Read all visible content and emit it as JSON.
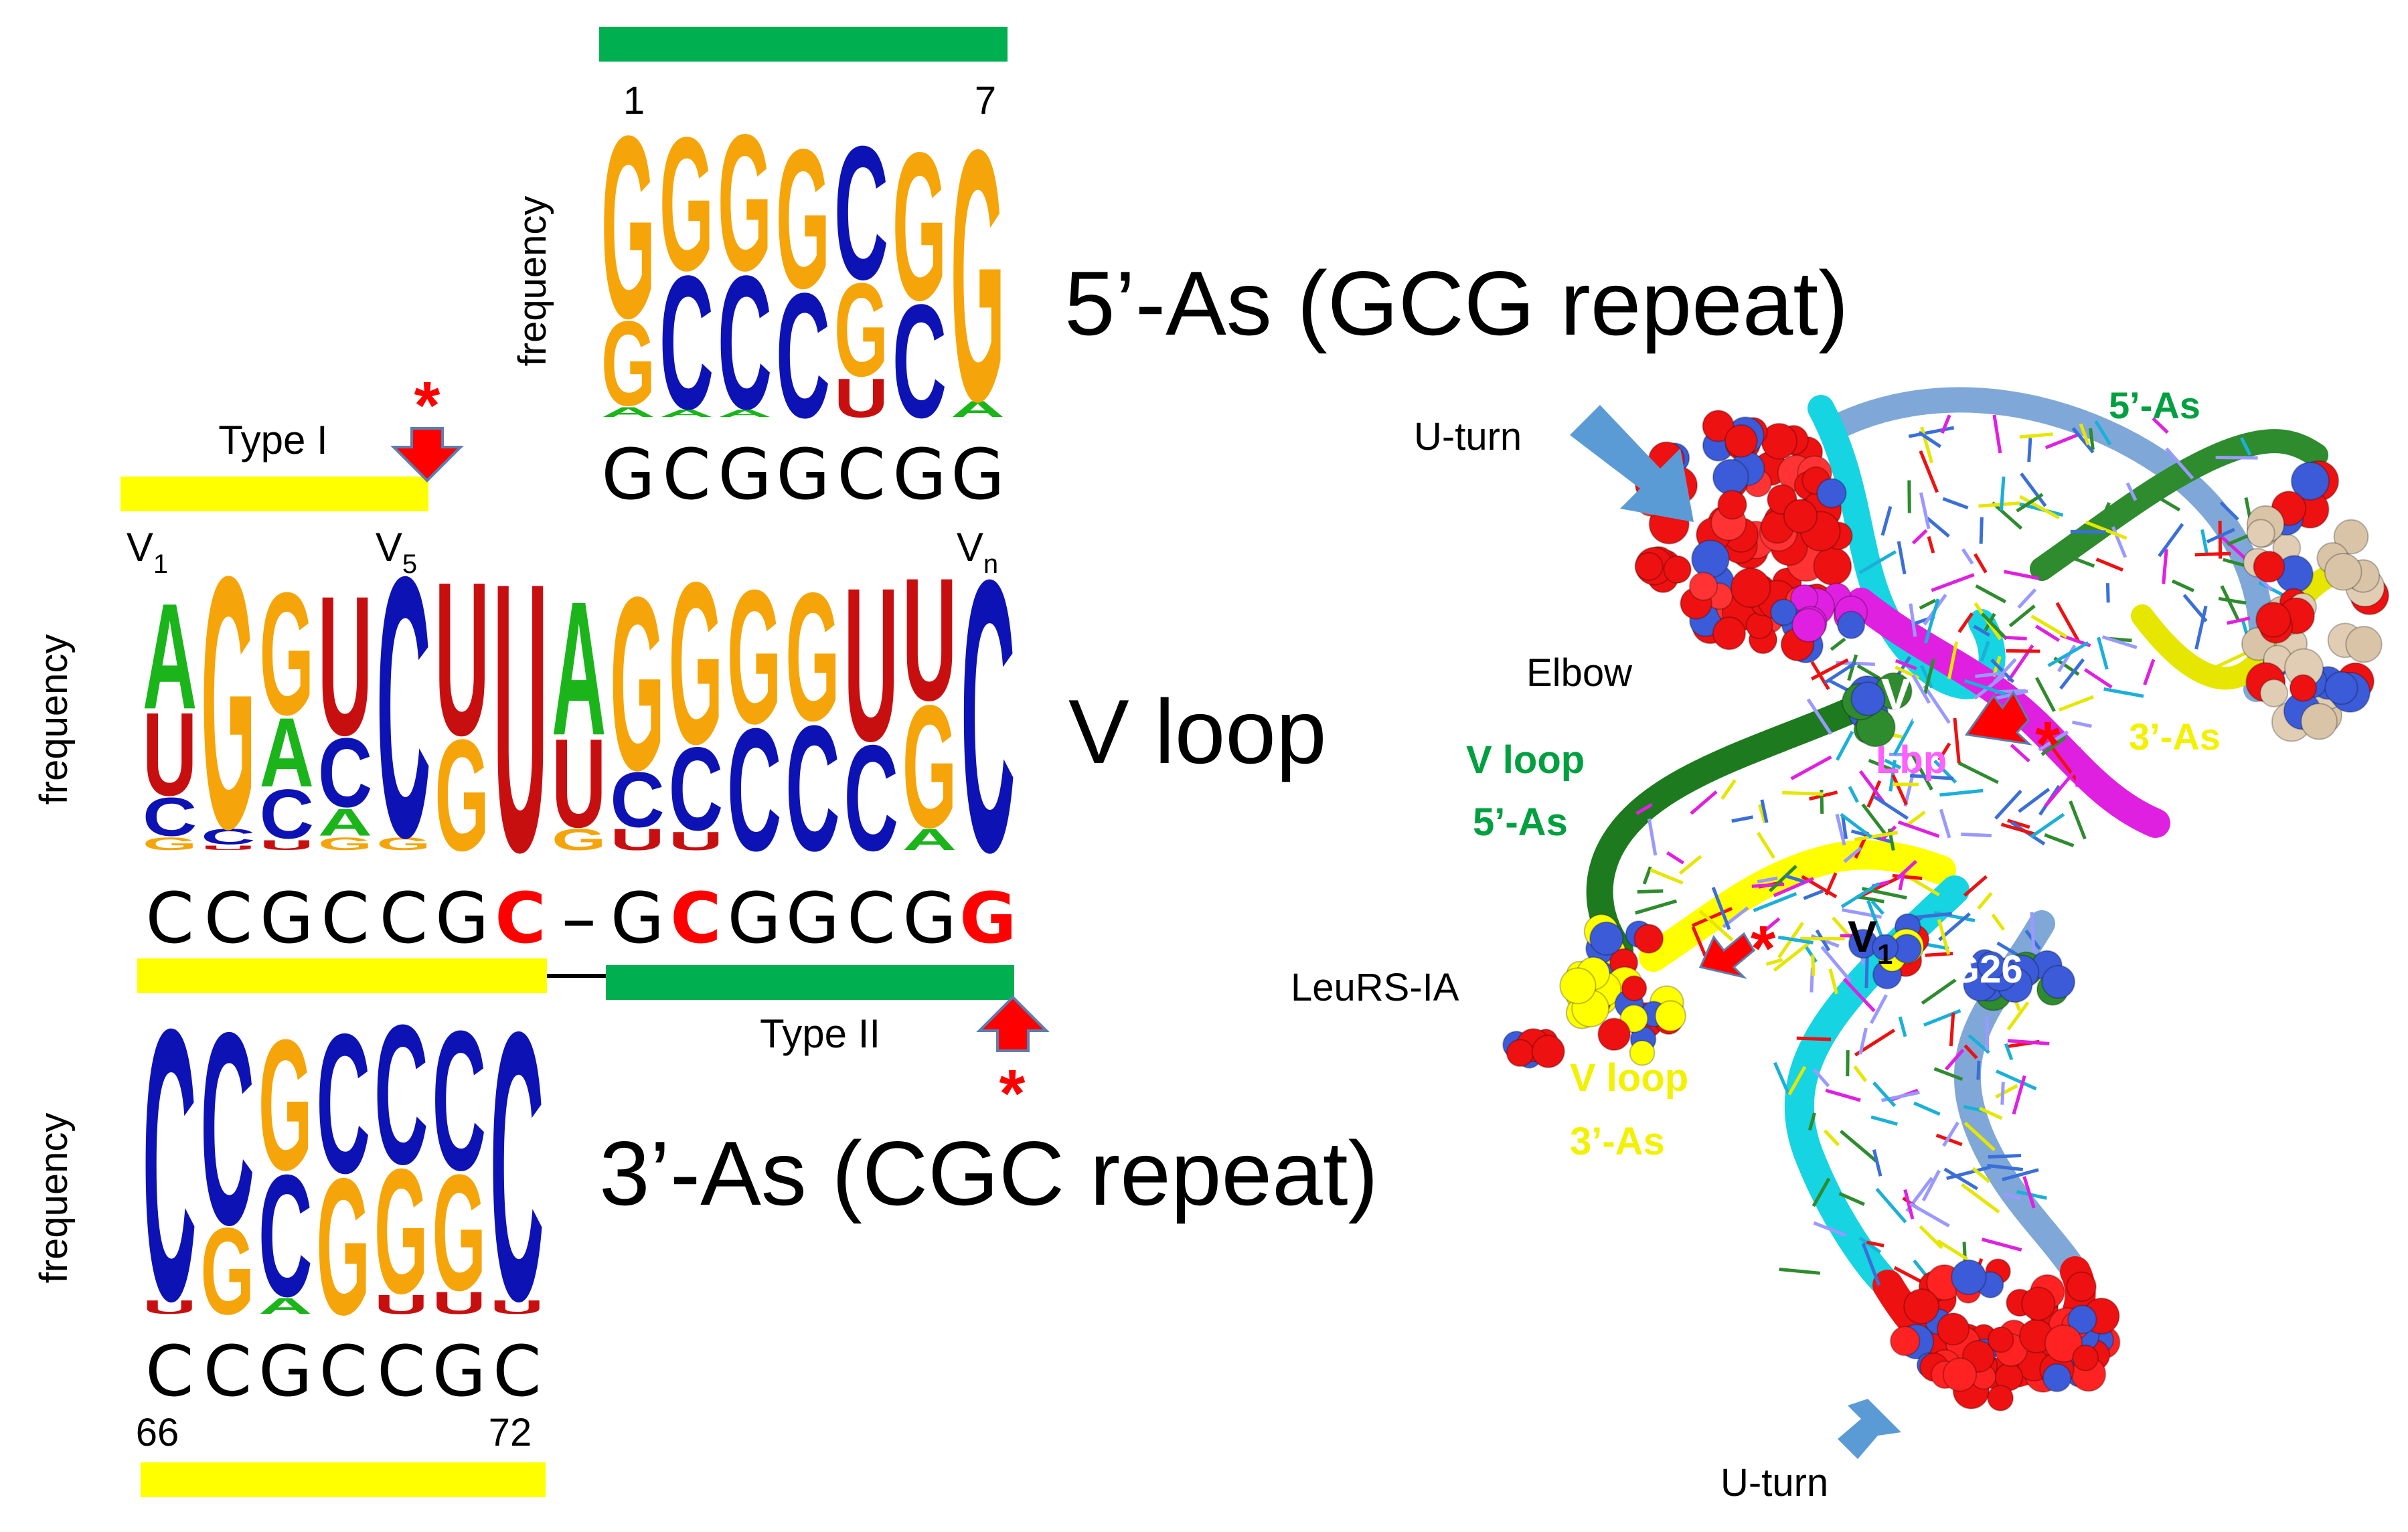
{
  "logos": {
    "five_as": {
      "title": "5’-As (GCG repeat)",
      "ylabel": "frequency",
      "pos_start": "1",
      "pos_end": "7",
      "consensus": [
        "G",
        "C",
        "G",
        "G",
        "C",
        "G",
        "G"
      ],
      "columns": [
        [
          {
            "b": "G",
            "h": 0.64
          },
          {
            "b": "G",
            "h": 0.3
          },
          {
            "b": "A",
            "h": 0.04
          }
        ],
        [
          {
            "b": "C",
            "h": 0.47
          },
          {
            "b": "G",
            "h": 0.47
          },
          {
            "b": "A",
            "h": 0.03
          }
        ],
        [
          {
            "b": "G",
            "h": 0.48
          },
          {
            "b": "C",
            "h": 0.47
          },
          {
            "b": "A",
            "h": 0.03
          }
        ],
        [
          {
            "b": "G",
            "h": 0.49
          },
          {
            "b": "C",
            "h": 0.44
          }
        ],
        [
          {
            "b": "C",
            "h": 0.47
          },
          {
            "b": "G",
            "h": 0.33
          },
          {
            "b": "U",
            "h": 0.14
          }
        ],
        [
          {
            "b": "G",
            "h": 0.52
          },
          {
            "b": "C",
            "h": 0.4
          }
        ],
        [
          {
            "b": "G",
            "h": 0.88
          },
          {
            "b": "A",
            "h": 0.06
          }
        ]
      ]
    },
    "v_loop": {
      "title": "V loop",
      "ylabel": "frequency",
      "label_v1": "V",
      "label_v1_sub": "1",
      "label_v5": "V",
      "label_v5_sub": "5",
      "label_vn": "V",
      "label_vn_sub": "n",
      "lbp_text": "Lbp",
      "consensus": [
        "C",
        "C",
        "G",
        "C",
        "C",
        "G",
        "C",
        "–",
        "G",
        "C",
        "G",
        "G",
        "C",
        "G",
        "G"
      ],
      "consensus_red": [
        false,
        false,
        false,
        false,
        false,
        false,
        true,
        false,
        false,
        true,
        false,
        false,
        false,
        false,
        true
      ],
      "columns": [
        [
          {
            "b": "A",
            "h": 0.38
          },
          {
            "b": "U",
            "h": 0.3
          },
          {
            "b": "C",
            "h": 0.14
          },
          {
            "b": "G",
            "h": 0.05
          }
        ],
        [
          {
            "b": "G",
            "h": 0.9
          },
          {
            "b": "C",
            "h": 0.06
          },
          {
            "b": "U",
            "h": 0.02
          }
        ],
        [
          {
            "b": "G",
            "h": 0.44
          },
          {
            "b": "A",
            "h": 0.25
          },
          {
            "b": "C",
            "h": 0.18
          },
          {
            "b": "U",
            "h": 0.04
          }
        ],
        [
          {
            "b": "U",
            "h": 0.5
          },
          {
            "b": "C",
            "h": 0.25
          },
          {
            "b": "A",
            "h": 0.1
          },
          {
            "b": "G",
            "h": 0.05
          }
        ],
        [
          {
            "b": "C",
            "h": 0.93
          },
          {
            "b": "G",
            "h": 0.05
          }
        ],
        [
          {
            "b": "U",
            "h": 0.55
          },
          {
            "b": "G",
            "h": 0.4
          }
        ],
        [
          {
            "b": "U",
            "h": 0.96
          }
        ],
        [
          {
            "b": "A",
            "h": 0.48
          },
          {
            "b": "U",
            "h": 0.32
          },
          {
            "b": "G",
            "h": 0.08
          }
        ],
        [
          {
            "b": "G",
            "h": 0.62
          },
          {
            "b": "C",
            "h": 0.2
          },
          {
            "b": "U",
            "h": 0.08
          }
        ],
        [
          {
            "b": "G",
            "h": 0.58
          },
          {
            "b": "C",
            "h": 0.3
          },
          {
            "b": "U",
            "h": 0.07
          }
        ],
        [
          {
            "b": "G",
            "h": 0.48
          },
          {
            "b": "C",
            "h": 0.44
          }
        ],
        [
          {
            "b": "C",
            "h": 0.45
          },
          {
            "b": "G",
            "h": 0.46
          }
        ],
        [
          {
            "b": "U",
            "h": 0.55
          },
          {
            "b": "C",
            "h": 0.38
          }
        ],
        [
          {
            "b": "G",
            "h": 0.44
          },
          {
            "b": "U",
            "h": 0.44
          },
          {
            "b": "A",
            "h": 0.08
          }
        ],
        [
          {
            "b": "C",
            "h": 0.97
          }
        ]
      ],
      "lbp_columns": [
        4,
        14
      ]
    },
    "three_as": {
      "title": "3’-As (CGC repeat)",
      "ylabel": "frequency",
      "pos_start": "66",
      "pos_end": "72",
      "consensus": [
        "C",
        "C",
        "G",
        "C",
        "C",
        "G",
        "C"
      ],
      "columns": [
        [
          {
            "b": "C",
            "h": 0.93
          },
          {
            "b": "U",
            "h": 0.05
          }
        ],
        [
          {
            "b": "C",
            "h": 0.66
          },
          {
            "b": "G",
            "h": 0.3
          }
        ],
        [
          {
            "b": "G",
            "h": 0.45
          },
          {
            "b": "C",
            "h": 0.42
          },
          {
            "b": "A",
            "h": 0.06
          }
        ],
        [
          {
            "b": "C",
            "h": 0.48
          },
          {
            "b": "G",
            "h": 0.47
          }
        ],
        [
          {
            "b": "C",
            "h": 0.48
          },
          {
            "b": "G",
            "h": 0.43
          },
          {
            "b": "U",
            "h": 0.07
          }
        ],
        [
          {
            "b": "C",
            "h": 0.48
          },
          {
            "b": "G",
            "h": 0.4
          },
          {
            "b": "U",
            "h": 0.08
          }
        ],
        [
          {
            "b": "C",
            "h": 0.92
          },
          {
            "b": "U",
            "h": 0.05
          }
        ]
      ]
    }
  },
  "bar_labels": {
    "type_i": "Type I",
    "type_ii": "Type II"
  },
  "asterisk": "*",
  "structure_labels": {
    "u_turn_top": "U-turn",
    "u_turn_bottom": "U-turn",
    "five_as": "5’-As",
    "three_as": "3’-As",
    "elbow": "Elbow",
    "vn": "V",
    "vn_sub": "n",
    "lbp": "Lbp",
    "vloop_5as_line1": "V loop",
    "vloop_5as_line2": "5’-As",
    "vloop_3as_line1": "V loop",
    "vloop_3as_line2": "3’-As",
    "v1": "V",
    "v1_sub": "1",
    "g26": "G26",
    "leurs": "LeuRS-IA"
  },
  "colors": {
    "A": "#1bb51b",
    "C": "#0d12b4",
    "G": "#f5a50a",
    "U": "#c80f10",
    "yellow_bar": "#ffff00",
    "green_bar": "#00b050",
    "red_arrow": "#ff0000",
    "blue_arrow": "#5b9bd5",
    "label_green": "#00a040",
    "label_yellow": "#f2f200",
    "label_magenta": "#ff40ff"
  }
}
